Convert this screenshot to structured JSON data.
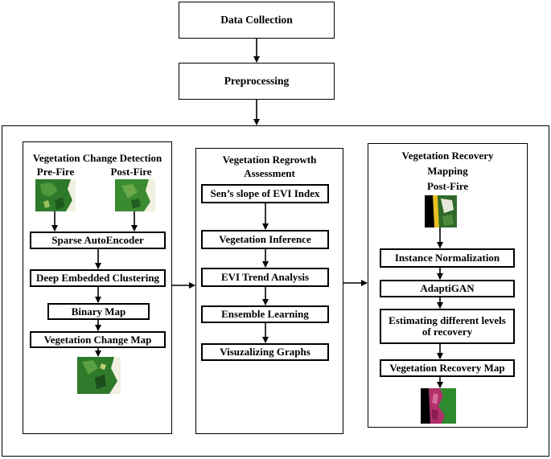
{
  "top_steps": {
    "data_collection": "Data Collection",
    "preprocessing": "Preprocessing"
  },
  "panel1": {
    "title": "Vegetation Change Detection",
    "pre_fire": "Pre-Fire",
    "post_fire": "Post-Fire",
    "steps": [
      "Sparse AutoEncoder",
      "Deep Embedded Clustering",
      "Binary Map",
      "Vegetation Change Map"
    ]
  },
  "panel2": {
    "title_line1": "Vegetation Regrowth",
    "title_line2": "Assessment",
    "steps": [
      "Sen’s slope of EVI Index",
      "Vegetation Inference",
      "EVI Trend Analysis",
      "Ensemble Learning",
      "Visuzalizing Graphs"
    ]
  },
  "panel3": {
    "title_line1": "Vegetation Recovery",
    "title_line2": "Mapping",
    "post_fire": "Post-Fire",
    "steps": [
      "Instance Normalization",
      "AdaptiGAN",
      "Estimating different levels of recovery",
      "Vegetation  Recovery Map"
    ]
  },
  "colors": {
    "vegetation_green": "#2f7a2a",
    "recovery_magenta": "#b0306a",
    "background_black": "#000000"
  }
}
